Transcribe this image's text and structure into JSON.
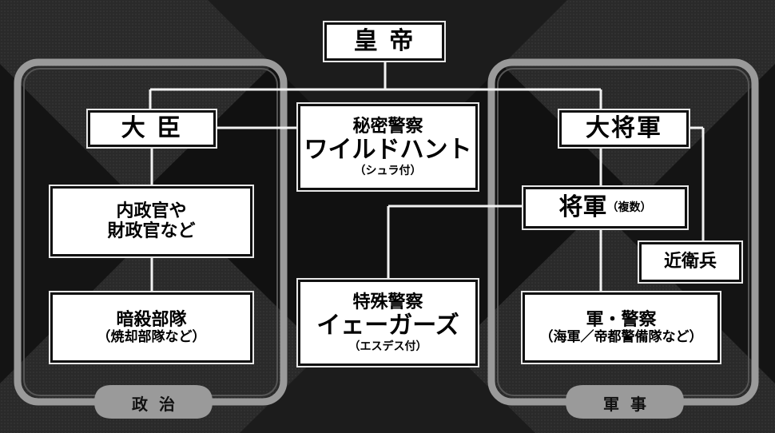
{
  "emperor": "皇 帝",
  "minister": "大 臣",
  "secret_police": {
    "top": "秘密警察",
    "name": "ワイルドハント",
    "note": "（シュラ付）"
  },
  "grand_general": "大将軍",
  "general": {
    "title": "将軍",
    "note": "（複数）"
  },
  "imperial_guard": "近衛兵",
  "interior_finance": {
    "line1": "内政官や",
    "line2": "財政官など"
  },
  "assassination": {
    "line1": "暗殺部隊",
    "line2": "（焼却部隊など）"
  },
  "special_police": {
    "top": "特殊警察",
    "name": "イェーガーズ",
    "note": "（エスデス付）"
  },
  "army_police": {
    "line1": "軍・警察",
    "line2": "（海軍／帝都警備隊など）"
  },
  "politics_label": "政治",
  "military_label": "軍事"
}
